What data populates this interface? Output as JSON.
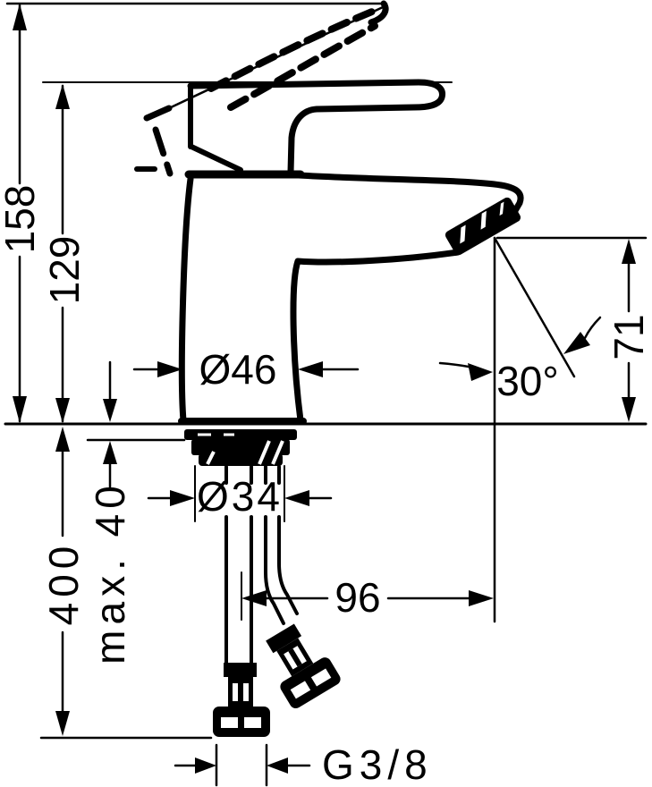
{
  "page": {
    "background": "#ffffff",
    "ink": "#000000"
  },
  "drawing": {
    "subject": "single-lever basin mixer faucet, side elevation technical dimension drawing",
    "labels": {
      "total_height": "158",
      "lever_height": "129",
      "body_diameter": "Ø46",
      "spout_angle": "30°",
      "outlet_height": "71",
      "shank_diameter": "Ø34",
      "max_mounting_thickness": "max. 40",
      "hose_length": "400",
      "spout_reach": "96",
      "thread_size": "G3/8"
    }
  }
}
